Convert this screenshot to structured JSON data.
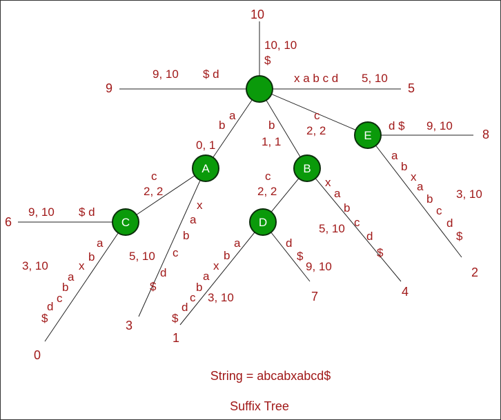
{
  "colors": {
    "node_fill": "#0a9a0a",
    "node_stroke": "#0b2e0b",
    "text": "#a01818",
    "edge": "#222222"
  },
  "caption_string": "String = abcabxabcd$",
  "caption_title": "Suffix Tree",
  "nodes": {
    "root": "",
    "A": "A",
    "B": "B",
    "C": "C",
    "D": "D",
    "E": "E"
  },
  "leaves": [
    "10",
    "9",
    "5",
    "8",
    "6",
    "0",
    "3",
    "1",
    "7",
    "4",
    "2"
  ],
  "labels": [
    "10, 10",
    "$",
    "9, 10",
    "$ d",
    "x a b c d",
    "5, 10",
    "a",
    "b",
    "0, 1",
    "b",
    "1, 1",
    "c",
    "2, 2",
    "d $",
    "9, 10",
    "c",
    "2, 2",
    "9, 10",
    "$ d",
    "x",
    "a",
    "b",
    "c",
    "d",
    "$",
    "5, 10",
    "c",
    "2, 2",
    "x",
    "a",
    "b",
    "c",
    "d",
    "$",
    "5, 10",
    "a",
    "b",
    "x",
    "a",
    "b",
    "c",
    "d",
    "$",
    "3, 10",
    "a",
    "b",
    "x",
    "a",
    "b",
    "c",
    "d",
    "$",
    "3, 10",
    "d",
    "$",
    "9, 10",
    "a",
    "b",
    "x",
    "a",
    "b",
    "c",
    "d",
    "$",
    "3, 10"
  ]
}
